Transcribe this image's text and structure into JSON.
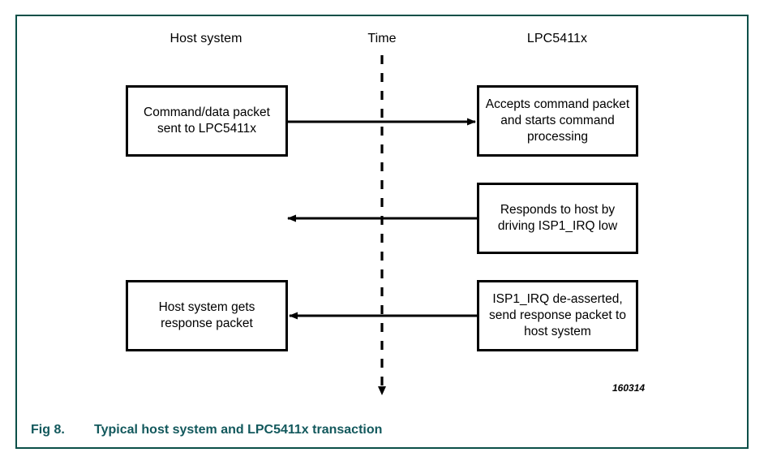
{
  "figure": {
    "caption_label": "Fig 8.",
    "caption_title": "Typical host system and LPC5411x transaction",
    "artwork_number": "160314",
    "frame_color": "#0b4f48",
    "caption_color": "#12585c",
    "line_color": "#000000"
  },
  "columns": {
    "host": "Host system",
    "time": "Time",
    "device": "LPC5411x"
  },
  "boxes": {
    "host_send": "Command/data packet sent to LPC5411x",
    "device_accept": "Accepts command packet and starts command processing",
    "device_irq": "Responds to host by driving ISP1_IRQ low",
    "host_receive": "Host system gets response packet",
    "device_response": "ISP1_IRQ de-asserted, send response packet to host system"
  }
}
